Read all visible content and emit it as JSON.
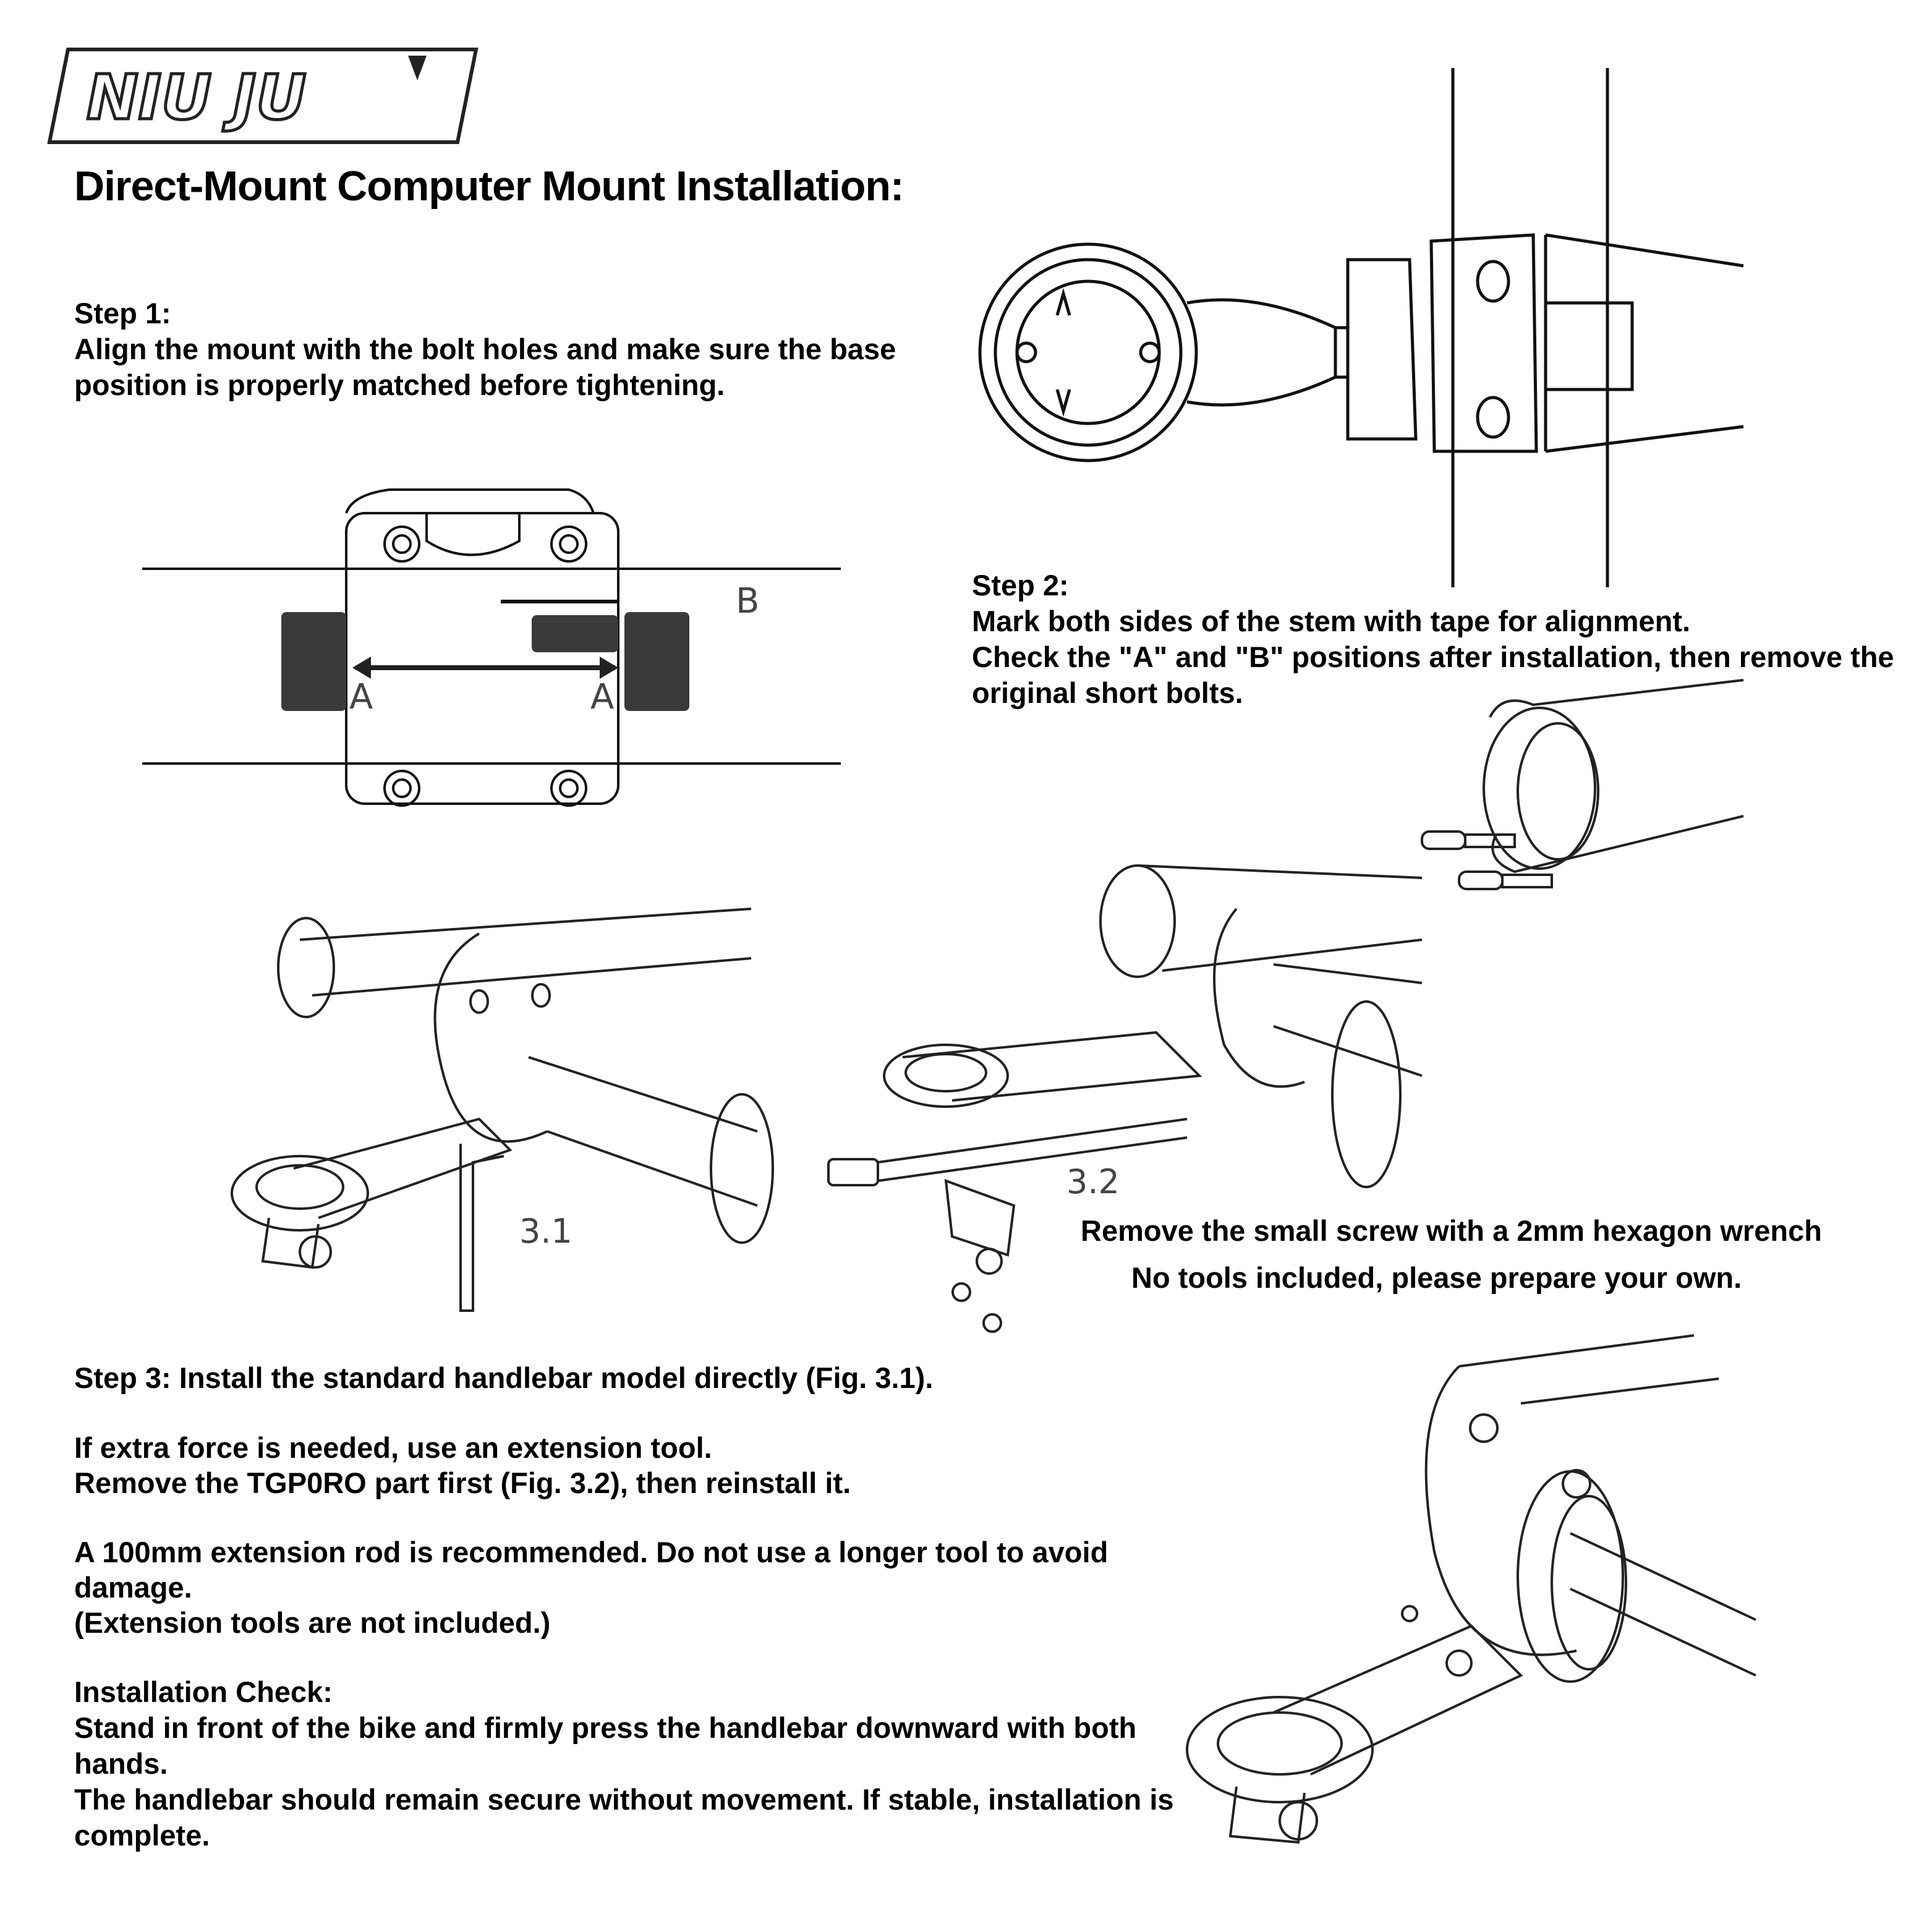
{
  "brand": {
    "logo_text": "NIU JU"
  },
  "title": "Direct-Mount Computer Mount Installation:",
  "step1": {
    "heading": "Step 1:",
    "lines": [
      "Align the mount with the bolt holes and make sure the base",
      "position is properly matched before tightening."
    ]
  },
  "step2": {
    "heading": "Step 2:",
    "lines": [
      "Mark both sides of the stem with tape for alignment.",
      "Check the \"A\" and \"B\" positions after installation, then remove the",
      "original short bolts."
    ]
  },
  "figure_labels": {
    "a_left": "A",
    "a_right": "A",
    "b": "B",
    "fig31": "3.1",
    "fig32": "3.2"
  },
  "fig32_notes": [
    "Remove the small screw with a 2mm hexagon wrench",
    "No tools included, please prepare your own."
  ],
  "step3": {
    "line1": "Step 3: Install the standard handlebar model directly (Fig. 3.1).",
    "line2": "If extra force is needed, use an extension tool.",
    "line3": "Remove the TGP0RO part first (Fig. 3.2), then reinstall it.",
    "line4": "A 100mm extension rod is recommended. Do not use a longer tool to avoid",
    "line5": "damage.",
    "line6": "(Extension tools are not included.)"
  },
  "check": {
    "heading": "Installation Check:",
    "lines": [
      "Stand in front of the bike and firmly press the handlebar downward with both",
      "hands.",
      "The handlebar should remain secure without movement. If stable, installation is",
      "complete."
    ]
  }
}
